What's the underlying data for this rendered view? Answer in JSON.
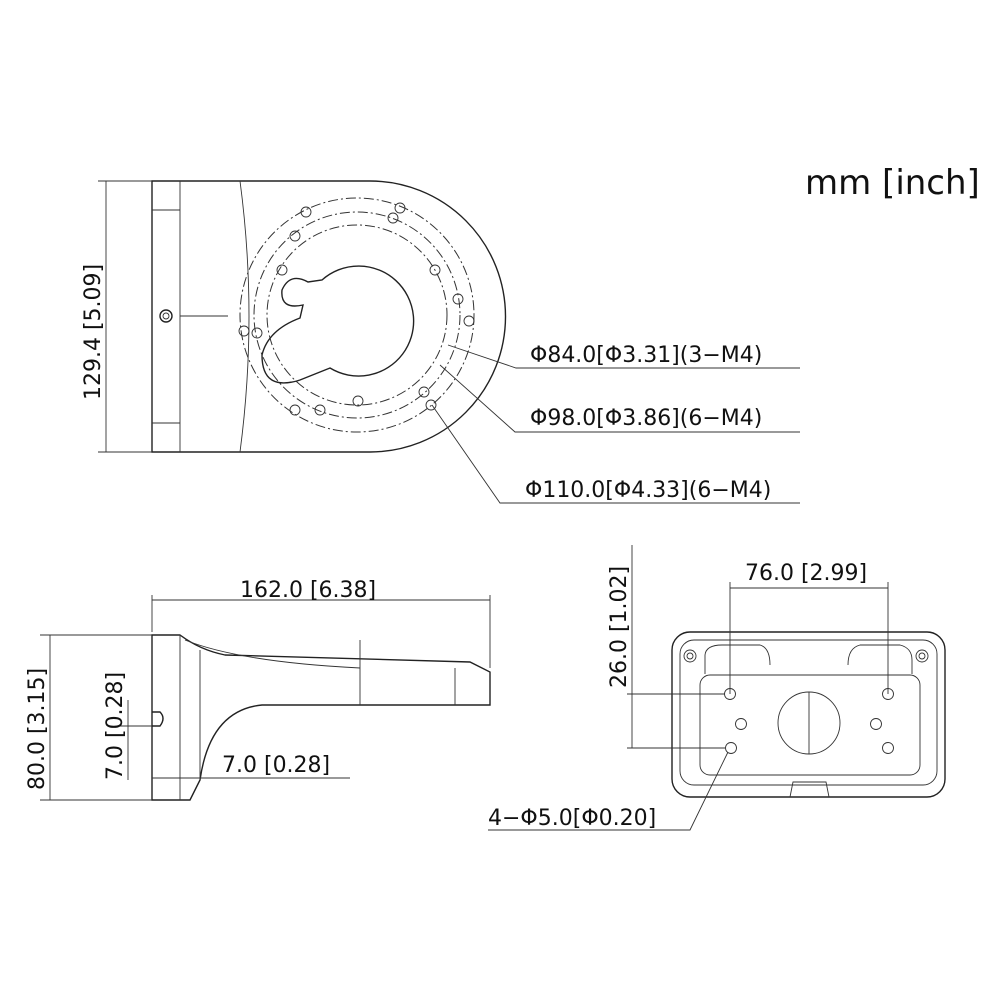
{
  "units_label": "mm [inch]",
  "top_view": {
    "height_dim": "129.4 [5.09]",
    "callouts": [
      "Φ84.0[Φ3.31](3−M4)",
      "Φ98.0[Φ3.86](6−M4)",
      "Φ110.0[Φ4.33](6−M4)"
    ]
  },
  "side_view": {
    "length_dim": "162.0  [6.38]",
    "height_dim": "80.0 [3.15]",
    "offset_dim_vertical": "7.0  [0.28]",
    "offset_dim_horizontal": "7.0 [0.28]"
  },
  "rear_view": {
    "hole_spacing_dim": "76.0 [2.99]",
    "vertical_spacing_dim": "26.0 [1.02]",
    "hole_callout": "4−Φ5.0[Φ0.20]"
  }
}
